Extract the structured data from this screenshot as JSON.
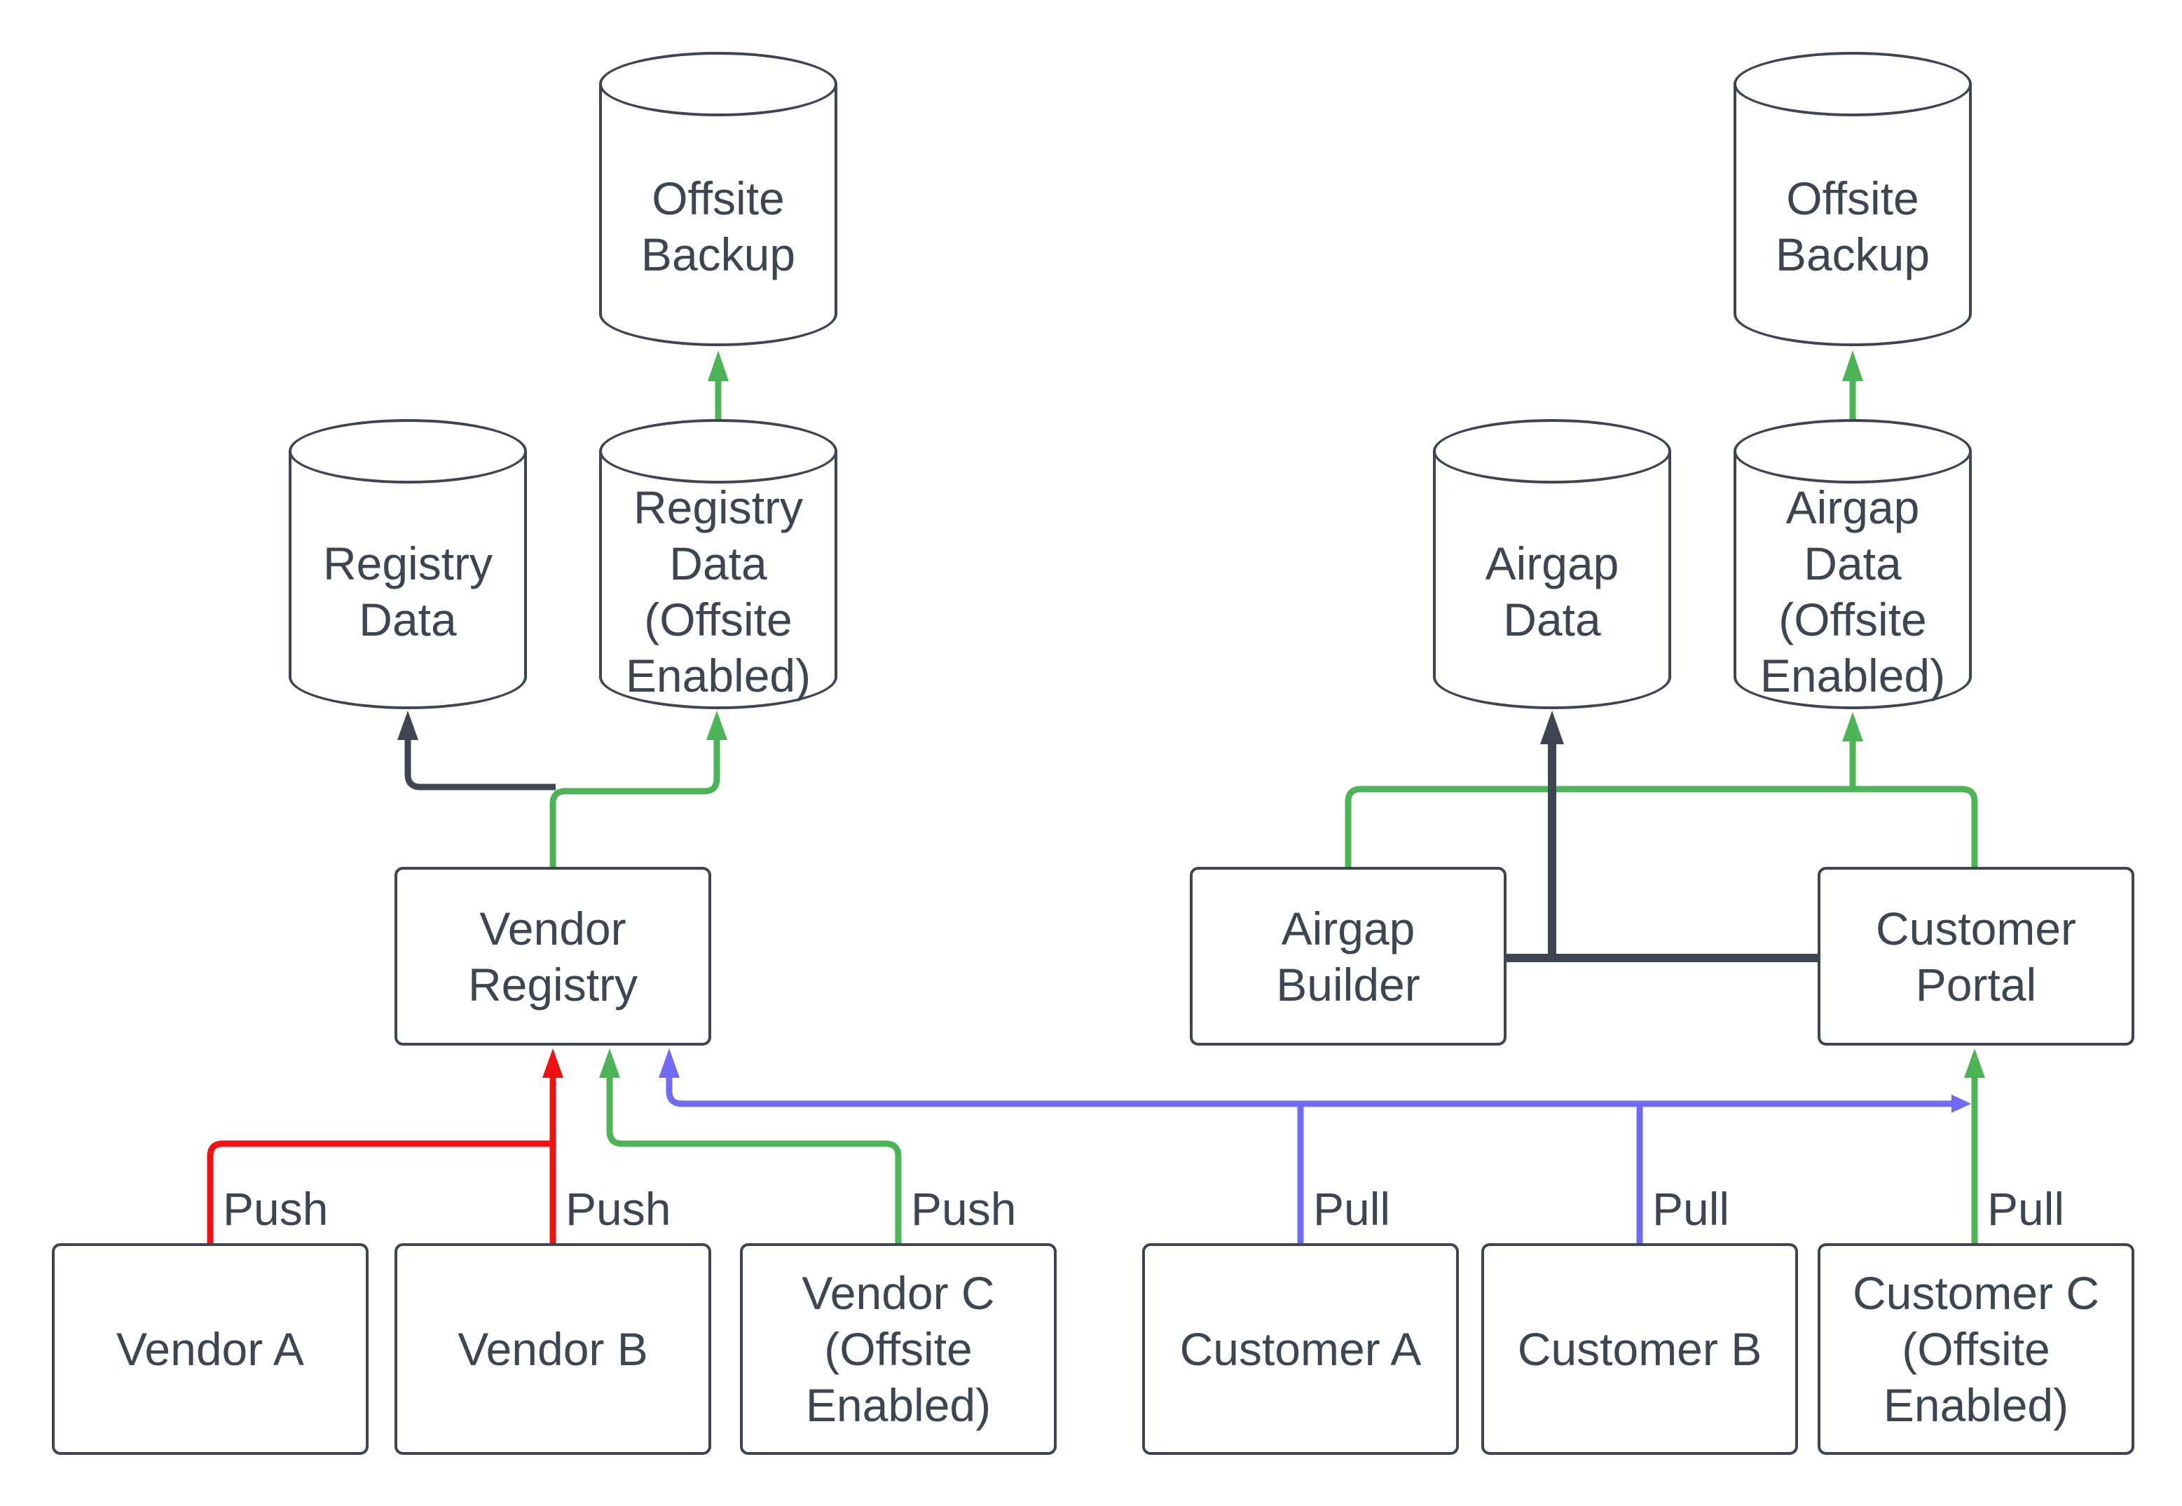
{
  "colors": {
    "dark": "#3d4552",
    "red": "#ef1212",
    "green": "#4cb456",
    "blue": "#6f6cf3",
    "bg": "#ffffff"
  },
  "nodes": {
    "offsite_backup_left": {
      "label": "Offsite\nBackup",
      "shape": "cylinder"
    },
    "registry_data": {
      "label": "Registry\nData",
      "shape": "cylinder"
    },
    "registry_data_offsite": {
      "label": "Registry\nData\n(Offsite\nEnabled)",
      "shape": "cylinder"
    },
    "vendor_registry": {
      "label": "Vendor\nRegistry",
      "shape": "rect"
    },
    "vendor_a": {
      "label": "Vendor A",
      "shape": "rect"
    },
    "vendor_b": {
      "label": "Vendor B",
      "shape": "rect"
    },
    "vendor_c": {
      "label": "Vendor C\n(Offsite\nEnabled)",
      "shape": "rect"
    },
    "offsite_backup_right": {
      "label": "Offsite\nBackup",
      "shape": "cylinder"
    },
    "airgap_data": {
      "label": "Airgap\nData",
      "shape": "cylinder"
    },
    "airgap_data_offsite": {
      "label": "Airgap\nData\n(Offsite\nEnabled)",
      "shape": "cylinder"
    },
    "airgap_builder": {
      "label": "Airgap\nBuilder",
      "shape": "rect"
    },
    "customer_portal": {
      "label": "Customer\nPortal",
      "shape": "rect"
    },
    "customer_a": {
      "label": "Customer A",
      "shape": "rect"
    },
    "customer_b": {
      "label": "Customer B",
      "shape": "rect"
    },
    "customer_c": {
      "label": "Customer C\n(Offsite\nEnabled)",
      "shape": "rect"
    }
  },
  "edge_labels": {
    "push": "Push",
    "pull": "Pull"
  },
  "edges": [
    {
      "from": "Vendor A",
      "to": "Vendor Registry",
      "label": "Push",
      "color": "red"
    },
    {
      "from": "Vendor B",
      "to": "Vendor Registry",
      "label": "Push",
      "color": "red"
    },
    {
      "from": "Vendor C (Offsite Enabled)",
      "to": "Vendor Registry",
      "label": "Push",
      "color": "green"
    },
    {
      "from": "Vendor Registry",
      "to": "Registry Data",
      "label": "",
      "color": "dark"
    },
    {
      "from": "Vendor Registry",
      "to": "Registry Data (Offsite Enabled)",
      "label": "",
      "color": "green"
    },
    {
      "from": "Registry Data (Offsite Enabled)",
      "to": "Offsite Backup",
      "label": "",
      "color": "green"
    },
    {
      "from": "Customer A",
      "to": "Vendor Registry",
      "label": "Pull",
      "color": "blue"
    },
    {
      "from": "Customer B",
      "to": "Vendor Registry",
      "label": "Pull",
      "color": "blue"
    },
    {
      "from": "Customer C (Offsite Enabled)",
      "to": "Customer Portal",
      "label": "Pull",
      "color": "green"
    },
    {
      "from": "Airgap Builder",
      "to": "Airgap Data",
      "label": "",
      "color": "dark"
    },
    {
      "from": "Customer Portal",
      "to": "Airgap Data",
      "label": "",
      "color": "dark"
    },
    {
      "from": "Airgap Builder",
      "to": "Airgap Data (Offsite Enabled)",
      "label": "",
      "color": "green"
    },
    {
      "from": "Customer Portal",
      "to": "Airgap Data (Offsite Enabled)",
      "label": "",
      "color": "green"
    },
    {
      "from": "Airgap Data (Offsite Enabled)",
      "to": "Offsite Backup",
      "label": "",
      "color": "green"
    }
  ]
}
